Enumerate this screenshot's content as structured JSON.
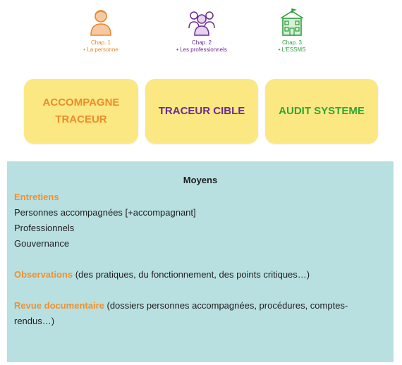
{
  "chapters": [
    {
      "num": "Chap. 1",
      "sub": "• La personne",
      "color": "#e8872a",
      "icon": "person-icon"
    },
    {
      "num": "Chap. 2",
      "sub": "• Les professionnels",
      "color": "#6a2c8e",
      "icon": "group-icon"
    },
    {
      "num": "Chap. 3",
      "sub": "• L'ESSMS",
      "color": "#2e9e3e",
      "icon": "building-icon"
    }
  ],
  "methods": [
    {
      "line1": "ACCOMPAGNE",
      "line2": "TRACEUR",
      "color": "#ee8b2a"
    },
    {
      "line1": "TRACEUR CIBLE",
      "color": "#6a2c8e"
    },
    {
      "line1": "AUDIT SYSTEME",
      "color": "#33a532"
    }
  ],
  "panel": {
    "title": "Moyens",
    "entretiens_label": "Entretiens",
    "entretiens_items": [
      "Personnes accompagnées [+accompagnant]",
      "Professionnels",
      "Gouvernance"
    ],
    "observations_label": "Observations",
    "observations_text": " (des pratiques, du fonctionnement, des points critiques…)",
    "revue_label": "Revue documentaire",
    "revue_text": " (dossiers personnes accompagnées, procédures, comptes-rendus…)",
    "background": "#b9e0e1",
    "highlight_color": "#f0902e"
  }
}
